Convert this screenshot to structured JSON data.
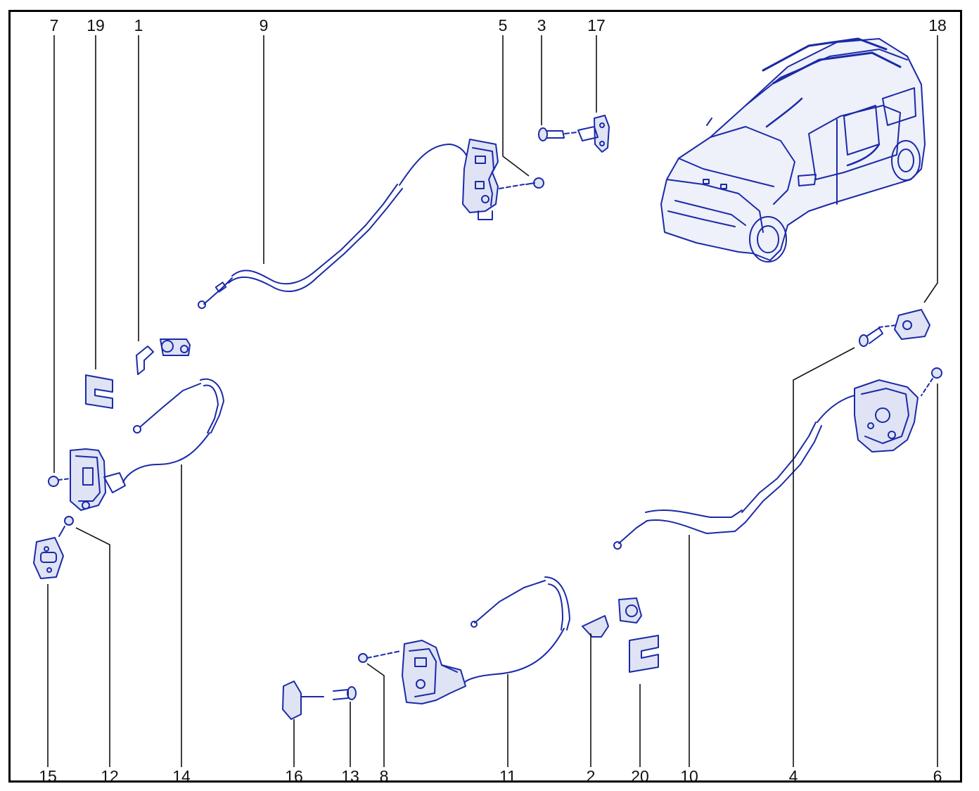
{
  "callouts": {
    "top": [
      "7",
      "19",
      "1",
      "9",
      "5",
      "3",
      "17",
      "18"
    ],
    "bottom": [
      "15",
      "12",
      "14",
      "16",
      "13",
      "8",
      "11",
      "2",
      "20",
      "10",
      "4",
      "6"
    ]
  },
  "colors": {
    "line": "#1a2aa8",
    "fill_light": "#dfe3f4",
    "fill_mid": "#b9c1e8",
    "frame": "#000000",
    "text": "#111111"
  }
}
